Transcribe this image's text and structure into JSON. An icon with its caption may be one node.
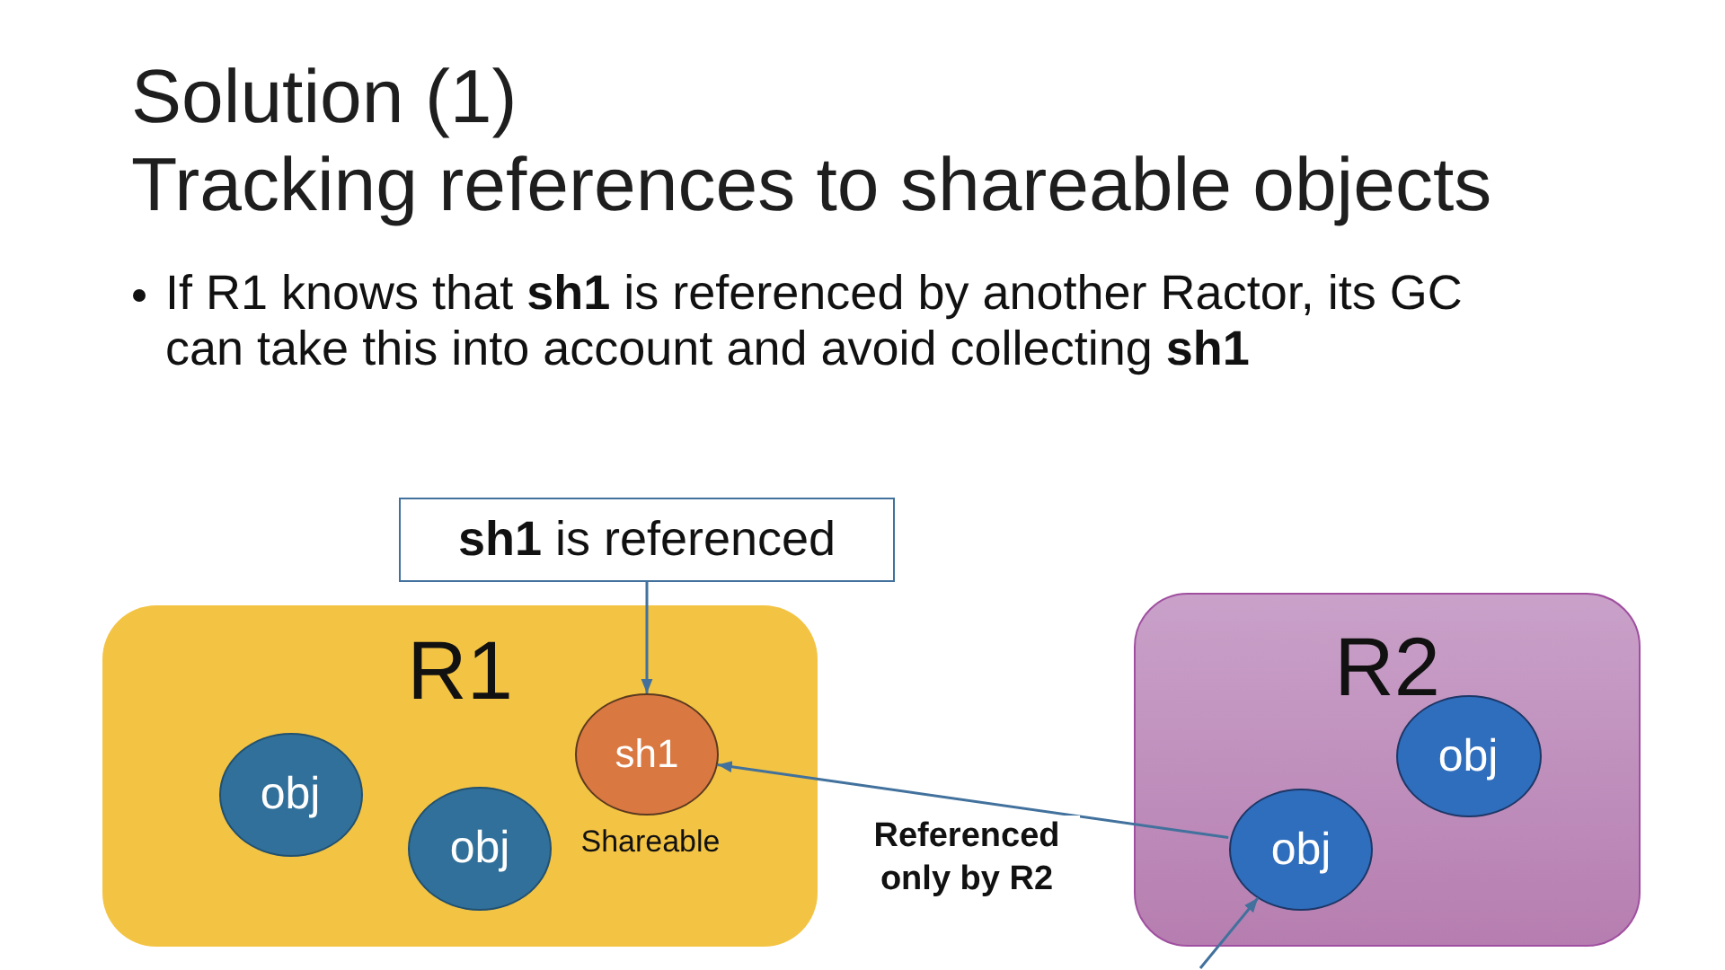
{
  "diagram": {
    "title": "Solution (1) Tracking references to shareable objects",
    "nodes": [
      {
        "text": [
          "**sh1** is referenced"
        ]
      },
      {
        "text": [
          "R1"
        ]
      },
      {
        "text": [
          "obj"
        ],
        "in": 1
      },
      {
        "text": [
          "obj"
        ],
        "in": 1
      },
      {
        "text": [
          "sh1"
        ],
        "in": 1,
        "beside": [
          "Shareable"
        ]
      },
      {
        "text": [
          "R2"
        ]
      },
      {
        "text": [
          "obj"
        ],
        "in": 5
      },
      {
        "text": [
          "obj"
        ],
        "in": 5
      }
    ],
    "edges": [
      {
        "from": 0,
        "to": 4,
        "arrow": "to"
      },
      {
        "from": 7,
        "to": 4,
        "arrow": "to",
        "label": "Referenced only by R2"
      },
      {
        "from": null,
        "to": 7,
        "arrow": "to"
      }
    ],
    "labels": [
      "If R1 knows that **sh1** is referenced by another Ractor, its GC can take this into account and avoid collecting **sh1**"
    ]
  }
}
